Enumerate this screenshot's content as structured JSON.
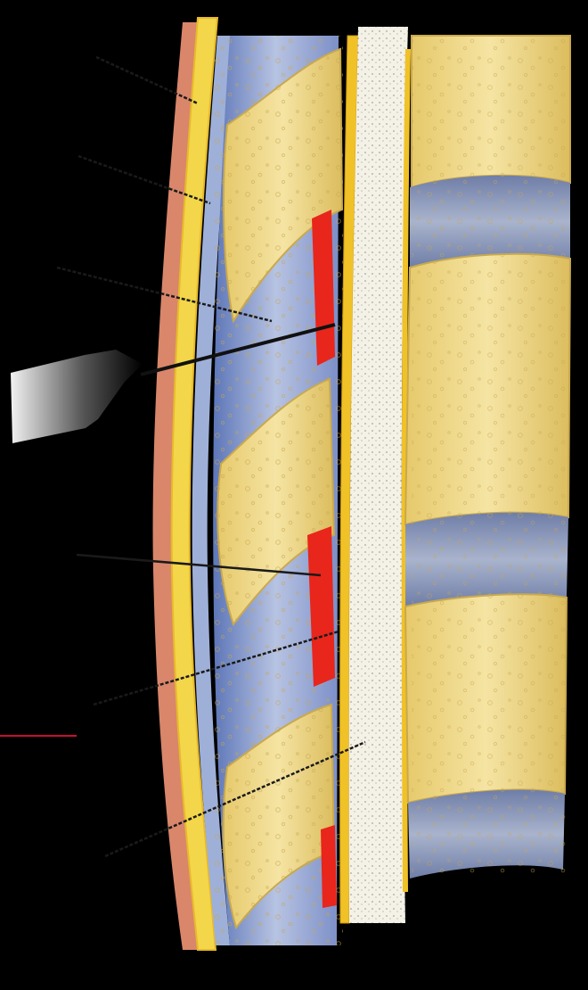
{
  "illustration": {
    "subject": "spine-sagittal-section-epidural-needle",
    "colors": {
      "background": "#000000",
      "skin": "#d9866b",
      "fat": "#f3d64a",
      "ligament": "#8fa0c9",
      "bone": "#ecd58a",
      "bone_shadow": "#c9a94e",
      "disc": "#8e9ab8",
      "epidural_space": "#e8261b",
      "dura": "#f0c227",
      "csf": "#f4f1e6",
      "leader_line": "#1a1a1a",
      "accent_line": "#c8102e"
    }
  },
  "labels": [
    {
      "id": "label-1",
      "text": ""
    },
    {
      "id": "label-2",
      "text": ""
    },
    {
      "id": "label-3",
      "text": ""
    },
    {
      "id": "label-4",
      "text": ""
    },
    {
      "id": "label-5",
      "text": ""
    },
    {
      "id": "label-6",
      "text": ""
    }
  ]
}
